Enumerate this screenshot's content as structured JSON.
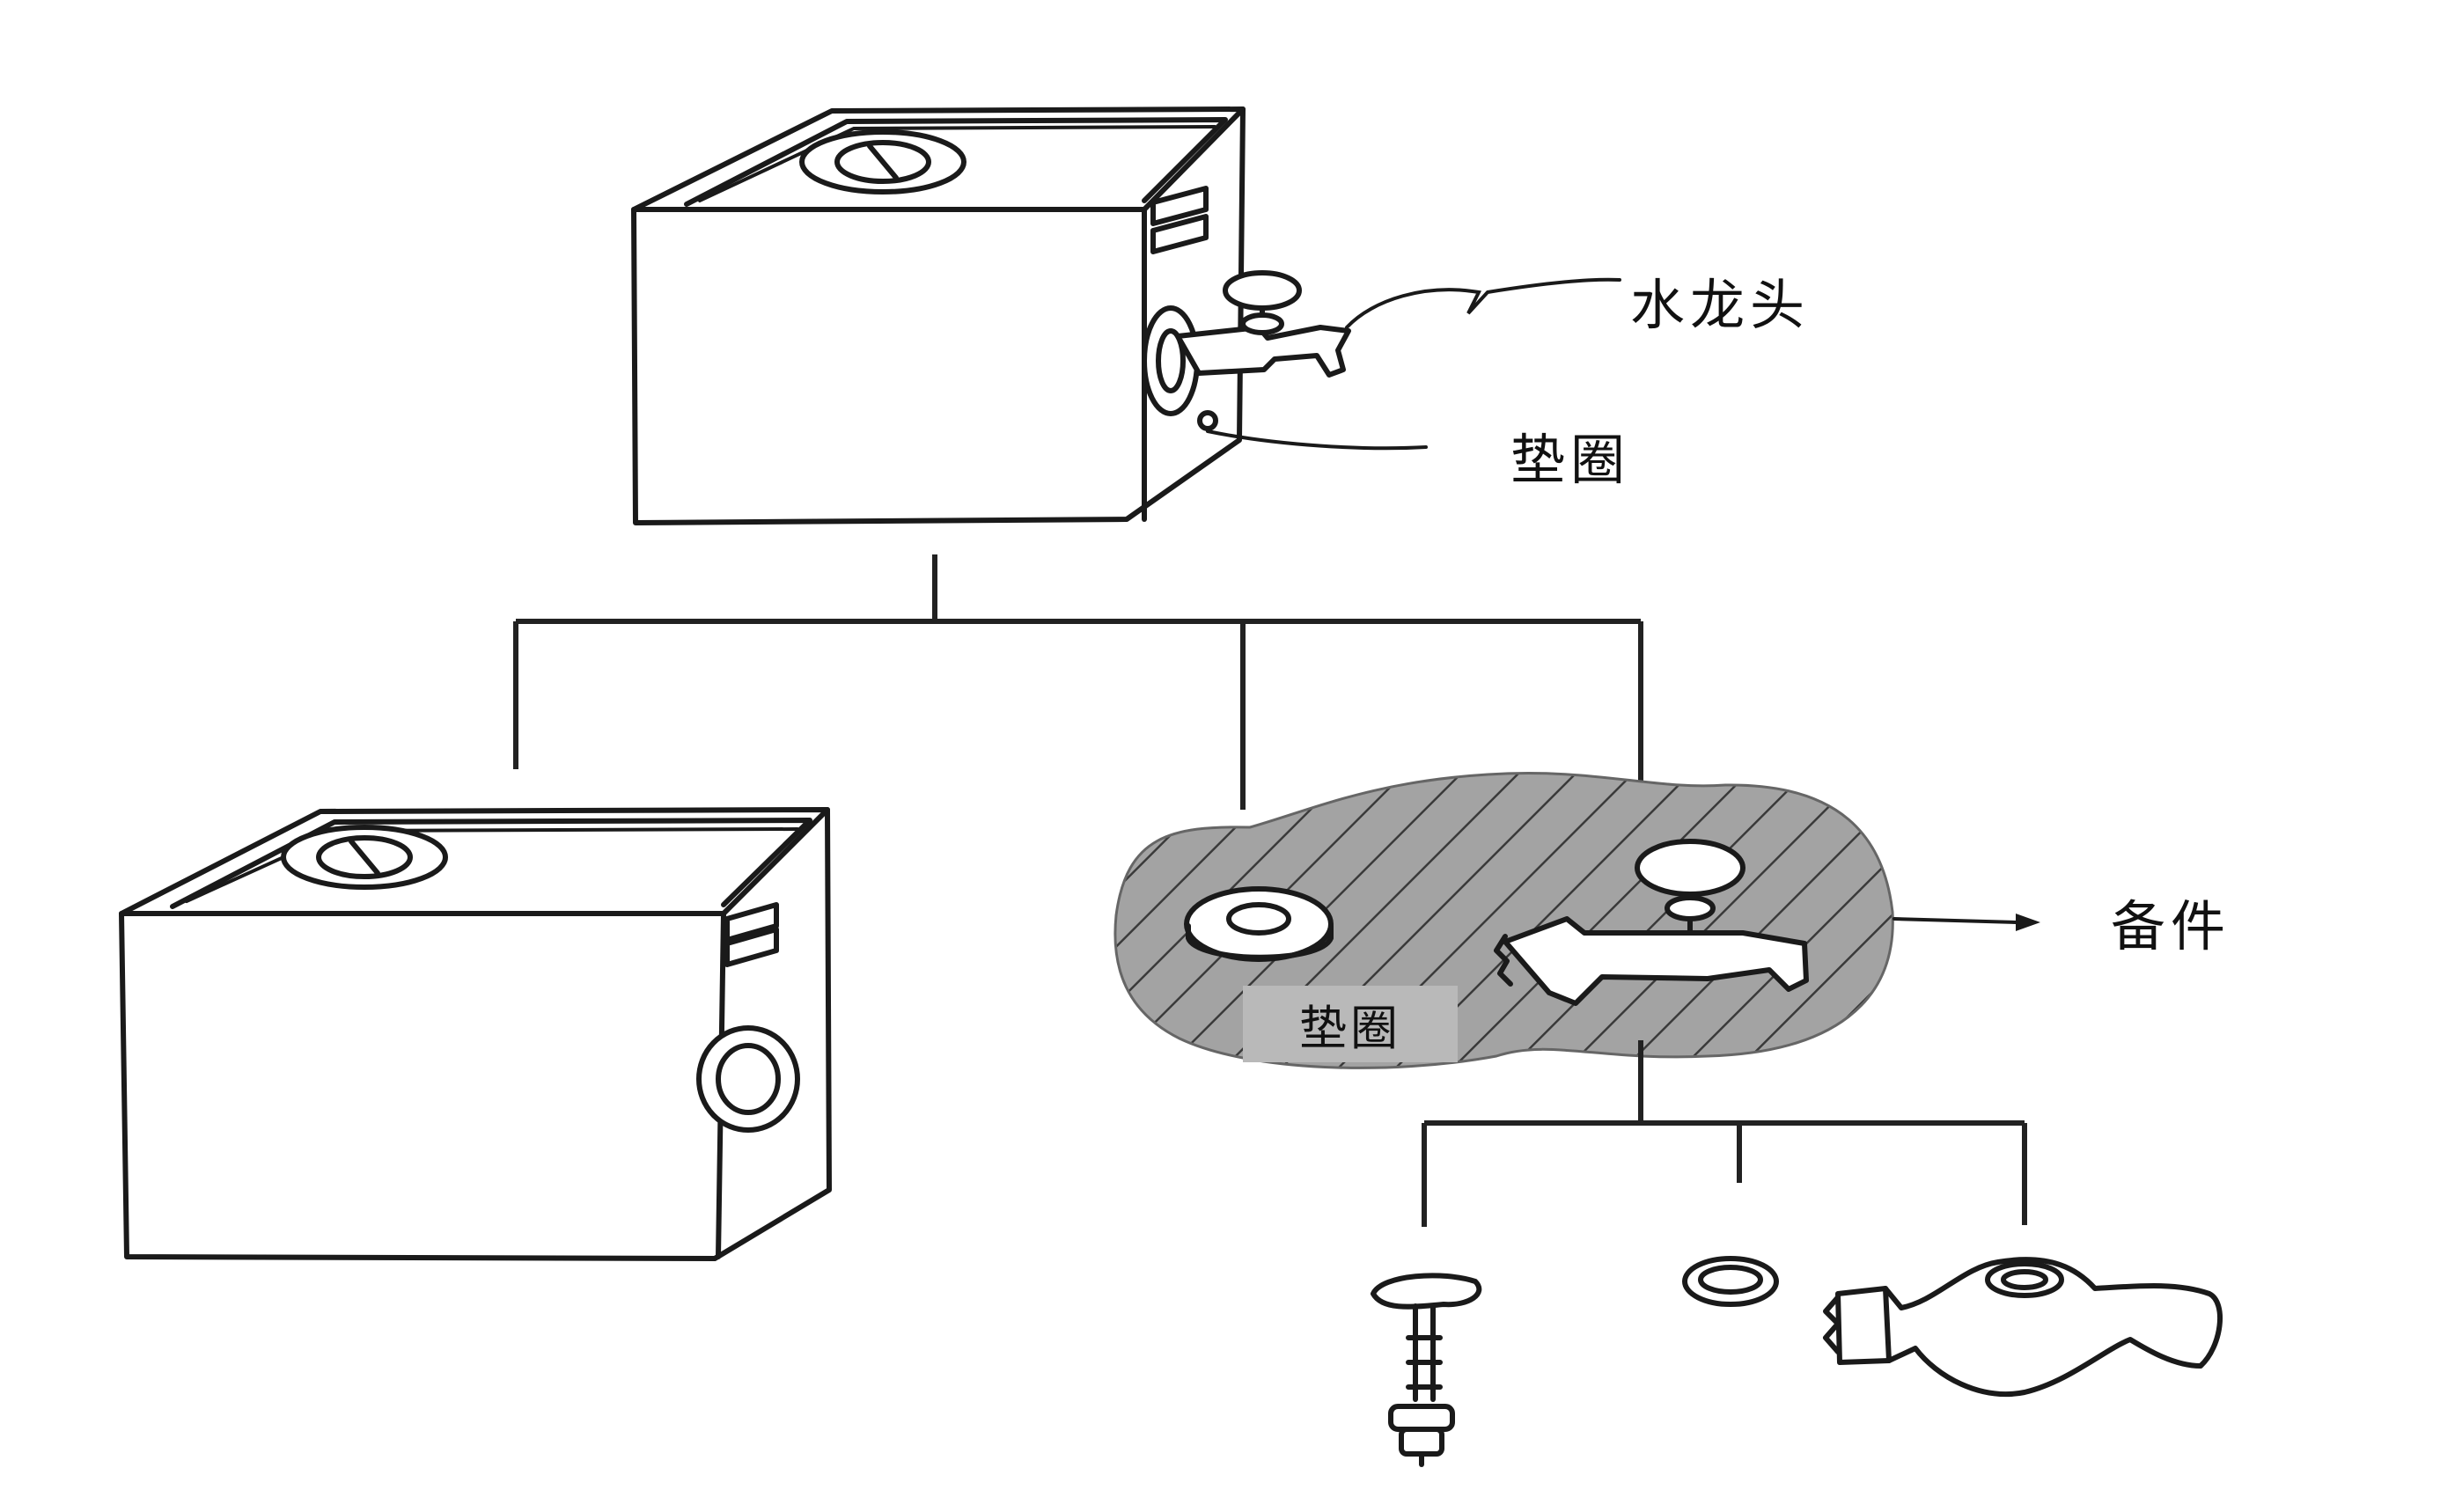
{
  "labels": {
    "faucet": "水龙头",
    "washer_top": "垫圈",
    "washer_bottom": "垫圈",
    "spare_parts": "备件"
  },
  "colors": {
    "line": "#1a1a1a",
    "blob_fill": "#9a9a9a",
    "label_box": "#b9b9b9"
  },
  "icons": [
    "tank-with-faucet",
    "tank-without-faucet",
    "washer",
    "faucet",
    "faucet-handle-stem"
  ]
}
